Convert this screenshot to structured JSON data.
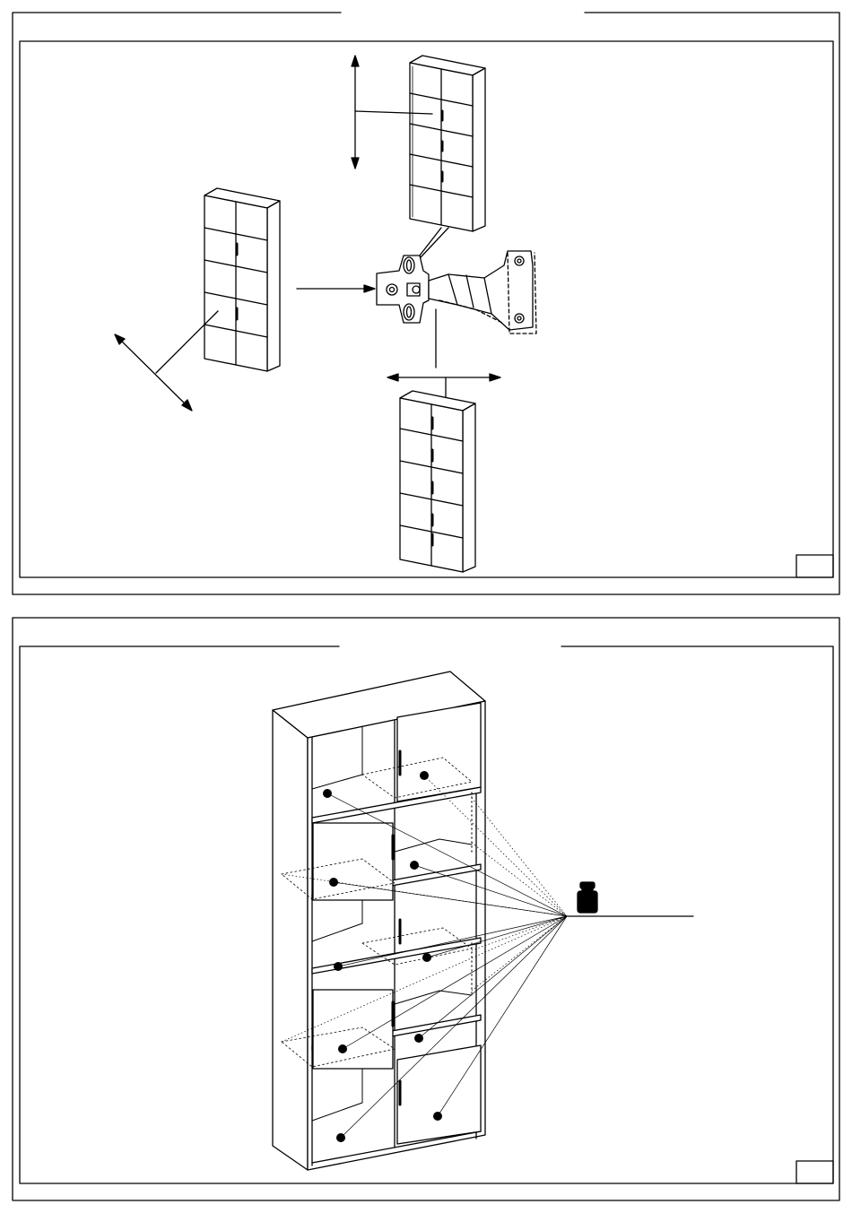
{
  "panels": [
    {
      "id": "hinge-adjustment",
      "step_number": "",
      "title": "",
      "arrows": [
        "vertical",
        "horizontal",
        "depth"
      ],
      "callout_icon": "hinge-icon"
    },
    {
      "id": "shelf-pins",
      "step_number": "",
      "title": "",
      "callout_icon": "shelf-support-pin-icon",
      "pin_count": 10,
      "shelf_count": 5
    }
  ],
  "colors": {
    "line": "#000000",
    "background": "#ffffff"
  }
}
